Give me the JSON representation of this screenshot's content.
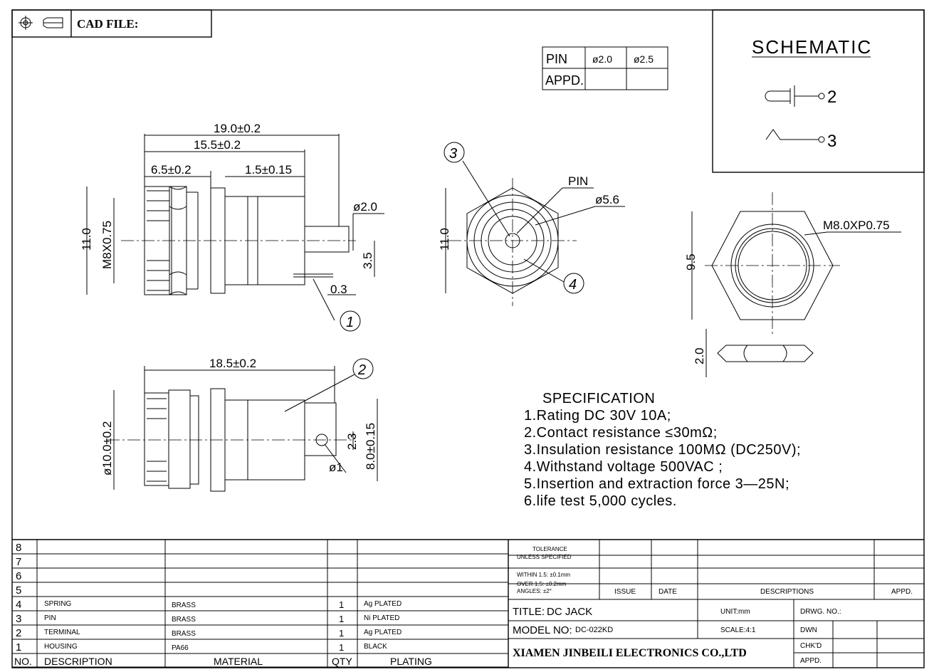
{
  "header": {
    "cad_file_label": "CAD FILE:",
    "projection_icon": "third-angle-projection-icon"
  },
  "pin_table": {
    "pin_label": "PIN",
    "d1": "ø2.0",
    "d2": "ø2.5",
    "appd_label": "APPD."
  },
  "schematic": {
    "title": "SCHEMATIC",
    "pin2": "2",
    "pin3": "3"
  },
  "side_view": {
    "overall": "19.0±0.2",
    "length_15": "15.5±0.2",
    "length_6": "6.5±0.2",
    "length_1": "1.5±0.15",
    "height": "11.0",
    "thread": "M8X0.75",
    "pin_dia": "ø2.0",
    "offset": "3.5",
    "thickness": "0.3",
    "balloon": "1"
  },
  "bottom_view": {
    "overall": "18.5±0.2",
    "dia": "ø10.0±0.2",
    "hole": "ø1",
    "d23": "2.3",
    "d80": "8.0±0.15",
    "balloon": "2"
  },
  "front_view": {
    "height": "11.0",
    "pin": "PIN",
    "dia": "ø5.6",
    "balloon3": "3",
    "balloon4": "4"
  },
  "nut_view": {
    "thread": "M8.0XP0.75",
    "across": "9.5",
    "thick": "2.0"
  },
  "specification": {
    "title": "SPECIFICATION",
    "lines": [
      "1.Rating   DC 30V 10A;",
      "2.Contact resistance  ≤30mΩ;",
      "3.Insulation resistance    100MΩ (DC250V);",
      "4.Withstand voltage  500VAC ;",
      "5.Insertion and extraction force  3—25N;",
      "6.life test  5,000 cycles."
    ]
  },
  "bom": {
    "headers": [
      "NO.",
      "DESCRIPTION",
      "MATERIAL",
      "QTY",
      "PLATING"
    ],
    "rows": [
      {
        "no": "8",
        "desc": "",
        "mat": "",
        "qty": "",
        "plat": ""
      },
      {
        "no": "7",
        "desc": "",
        "mat": "",
        "qty": "",
        "plat": ""
      },
      {
        "no": "6",
        "desc": "",
        "mat": "",
        "qty": "",
        "plat": ""
      },
      {
        "no": "5",
        "desc": "",
        "mat": "",
        "qty": "",
        "plat": ""
      },
      {
        "no": "4",
        "desc": "SPRING",
        "mat": "BRASS",
        "qty": "1",
        "plat": "Ag PLATED"
      },
      {
        "no": "3",
        "desc": "PIN",
        "mat": "BRASS",
        "qty": "1",
        "plat": "Ni PLATED"
      },
      {
        "no": "2",
        "desc": "TERMINAL",
        "mat": "BRASS",
        "qty": "1",
        "plat": "Ag PLATED"
      },
      {
        "no": "1",
        "desc": "HOUSING",
        "mat": "PA66",
        "qty": "1",
        "plat": "BLACK"
      }
    ]
  },
  "title_block": {
    "tolerance": "TOLERANCE",
    "unless": "UNLESS SPECIFIED",
    "within": "WITHIN 1.5: ±0.1mm",
    "over": "OVER 1.5:  ±0.2mm",
    "angles": "ANGLES: ±2°",
    "issue": "ISSUE",
    "date": "DATE",
    "descriptions": "DESCRIPTIONS",
    "appd": "APPD.",
    "title_label": "TITLE:",
    "title_value": "DC JACK",
    "unit": "UNIT:mm",
    "drwg": "DRWG. NO.:",
    "model_label": "MODEL NO:",
    "model_value": "DC-022KD",
    "scale": "SCALE:4:1",
    "dwn": "DWN",
    "chkd": "CHK'D",
    "appd2": "APPD.",
    "company": "XIAMEN JINBEILI ELECTRONICS CO.,LTD"
  }
}
